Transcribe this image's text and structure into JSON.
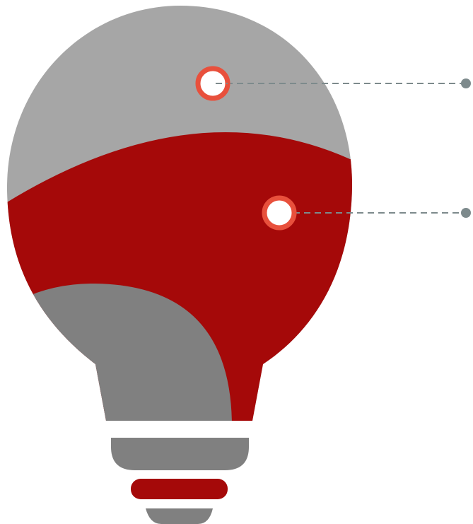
{
  "diagram": {
    "kind": "lightbulb-infographic",
    "colors": {
      "top_segment": "#a6a6a6",
      "middle_segment": "#a50909",
      "lower_segment": "#808080",
      "screw_band_top": "#808080",
      "screw_band_middle": "#a50909",
      "screw_band_bottom": "#808080",
      "marker_ring": "#e8503c",
      "marker_fill": "#ffffff",
      "connector": "#7d8a8c"
    },
    "segments": [
      {
        "id": "top",
        "color_key": "top_segment"
      },
      {
        "id": "middle",
        "color_key": "middle_segment"
      },
      {
        "id": "lower",
        "color_key": "lower_segment"
      }
    ],
    "callouts": [
      {
        "id": "callout-1",
        "label": ""
      },
      {
        "id": "callout-2",
        "label": ""
      }
    ]
  }
}
